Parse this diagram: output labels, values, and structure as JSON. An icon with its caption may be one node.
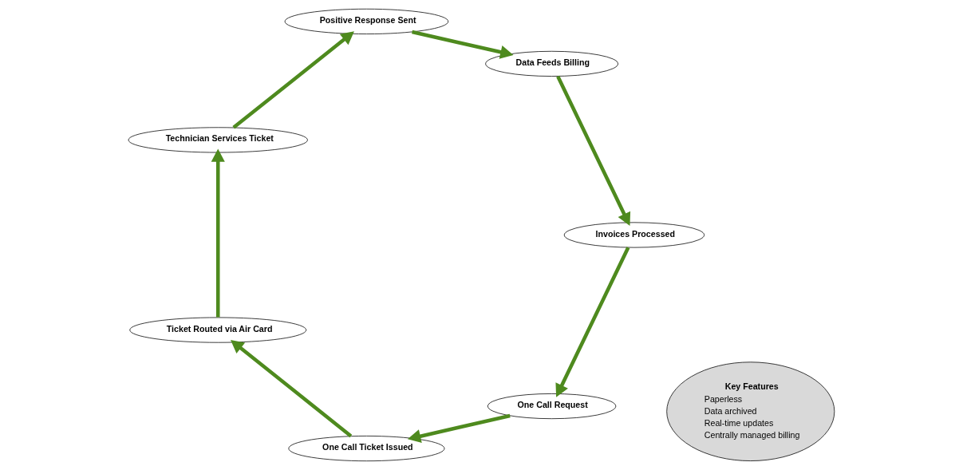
{
  "diagram": {
    "nodes": [
      {
        "text": [
          "One Call Request"
        ]
      },
      {
        "text": [
          "One Call Ticket Issued"
        ]
      },
      {
        "text": [
          "Ticket Routed via Air Card"
        ]
      },
      {
        "text": [
          "Technician Services Ticket"
        ]
      },
      {
        "text": [
          "Positive Response Sent"
        ]
      },
      {
        "text": [
          "Data Feeds Billing"
        ]
      },
      {
        "text": [
          "Invoices Processed"
        ]
      },
      {
        "text": [
          "Key Features",
          "Paperless",
          "Data archived",
          "Real-time updates",
          "Centrally managed billing"
        ]
      }
    ],
    "edges": [
      {
        "from": 0,
        "to": 1,
        "arrow": "to"
      },
      {
        "from": 1,
        "to": 2,
        "arrow": "to"
      },
      {
        "from": 2,
        "to": 3,
        "arrow": "to"
      },
      {
        "from": 3,
        "to": 4,
        "arrow": "to"
      },
      {
        "from": 4,
        "to": 5,
        "arrow": "to"
      },
      {
        "from": 5,
        "to": 6,
        "arrow": "to"
      },
      {
        "from": 6,
        "to": 0,
        "arrow": "to"
      }
    ]
  }
}
